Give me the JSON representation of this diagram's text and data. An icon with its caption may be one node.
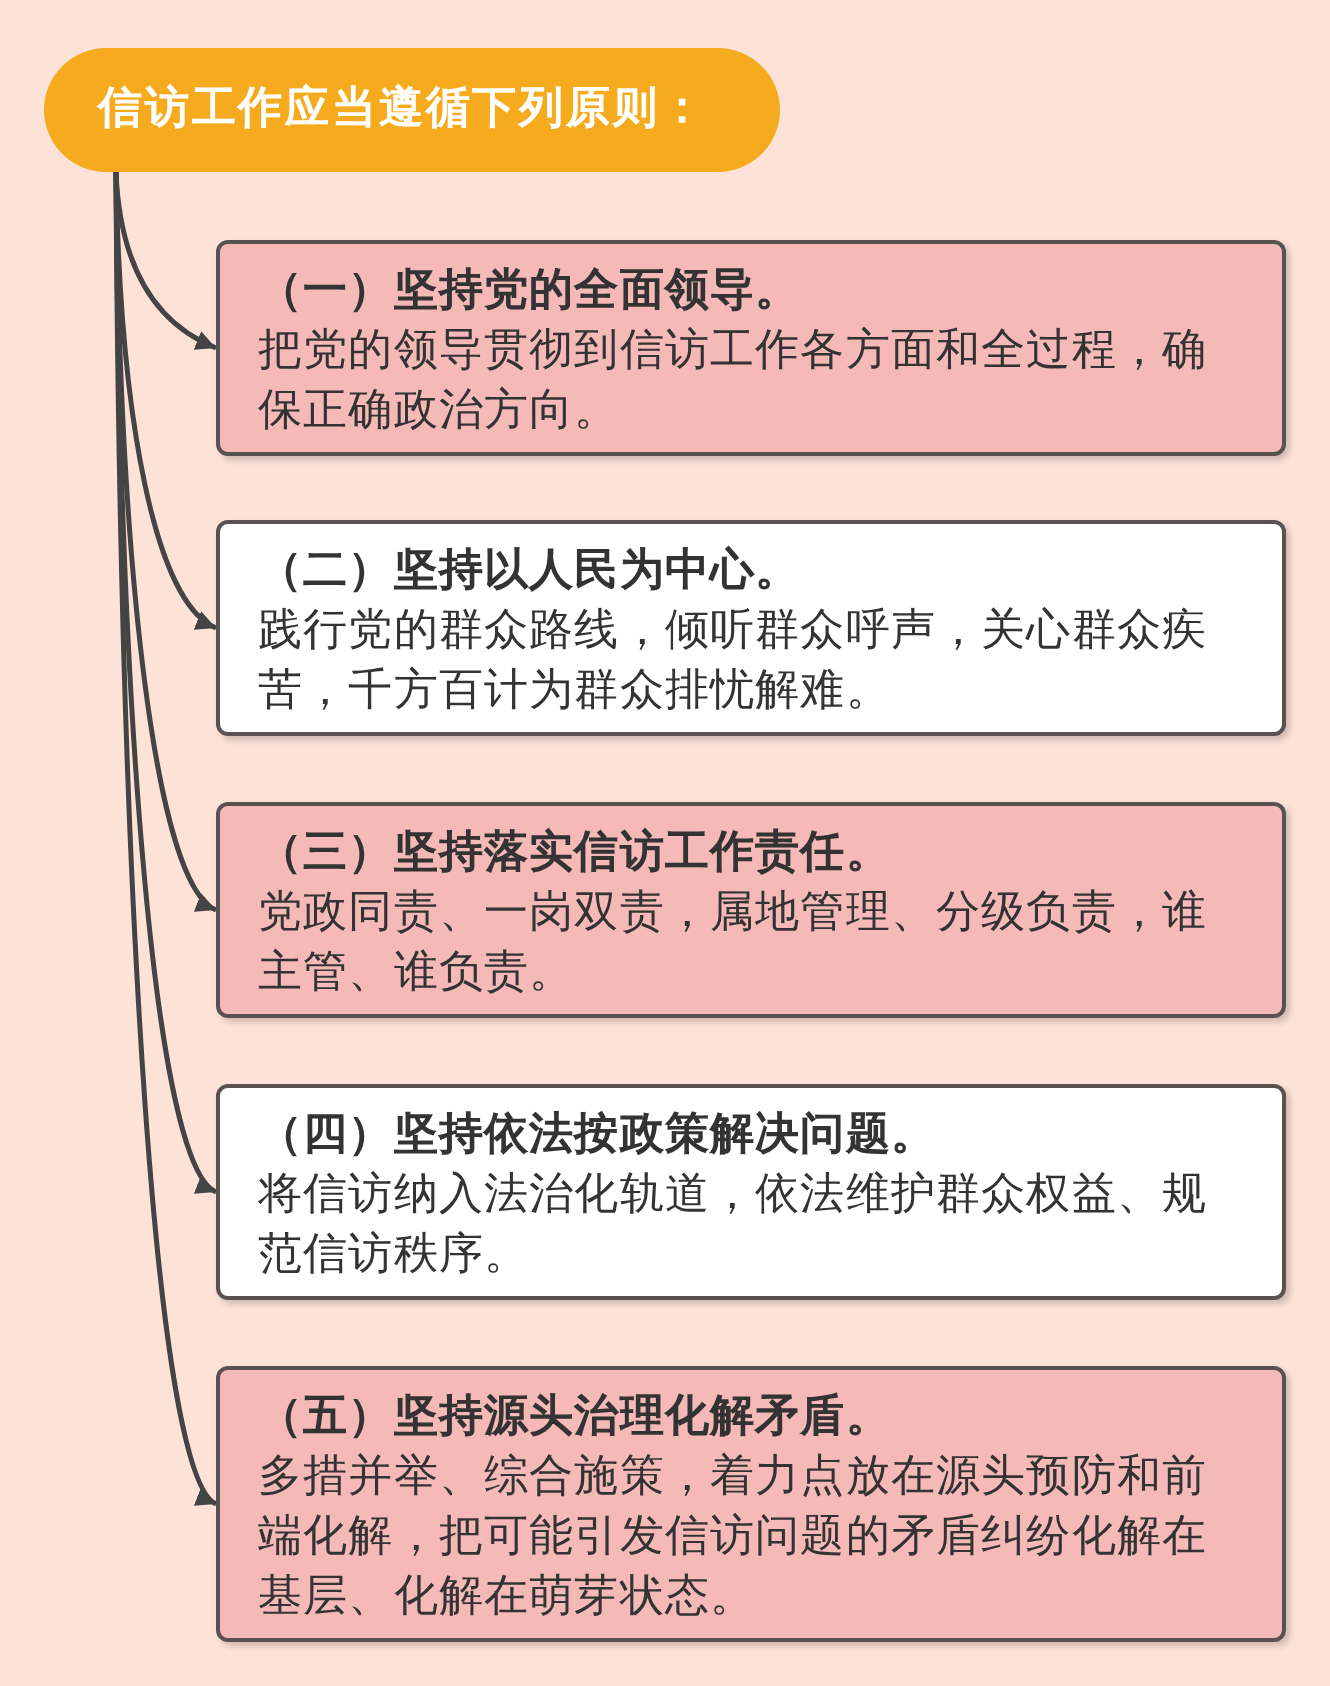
{
  "diagram": {
    "nodes": [
      {
        "text": [
          "信访工作应当遵循下列原则："
        ]
      },
      {
        "text": [
          "（一）坚持党的全面领导。",
          "把党的领导贯彻到信访工作各方面和全过程，确保正确政治方向。"
        ]
      },
      {
        "text": [
          "（二）坚持以人民为中心。",
          "践行党的群众路线，倾听群众呼声，关心群众疾苦，千方百计为群众排忧解难。"
        ]
      },
      {
        "text": [
          "（三）坚持落实信访工作责任。",
          "党政同责、一岗双责，属地管理、分级负责，谁主管、谁负责。"
        ]
      },
      {
        "text": [
          "（四）坚持依法按政策解决问题。",
          "将信访纳入法治化轨道，依法维护群众权益、规范信访秩序。"
        ]
      },
      {
        "text": [
          "（五）坚持源头治理化解矛盾。",
          "多措并举、综合施策，着力点放在源头预防和前端化解，把可能引发信访问题的矛盾纠纷化解在基层、化解在萌芽状态。"
        ]
      }
    ],
    "edges": [
      {
        "from": 0,
        "to": 1,
        "arrow": "to"
      },
      {
        "from": 0,
        "to": 2,
        "arrow": "to"
      },
      {
        "from": 0,
        "to": 3,
        "arrow": "to"
      },
      {
        "from": 0,
        "to": 4,
        "arrow": "to"
      },
      {
        "from": 0,
        "to": 5,
        "arrow": "to"
      }
    ]
  }
}
